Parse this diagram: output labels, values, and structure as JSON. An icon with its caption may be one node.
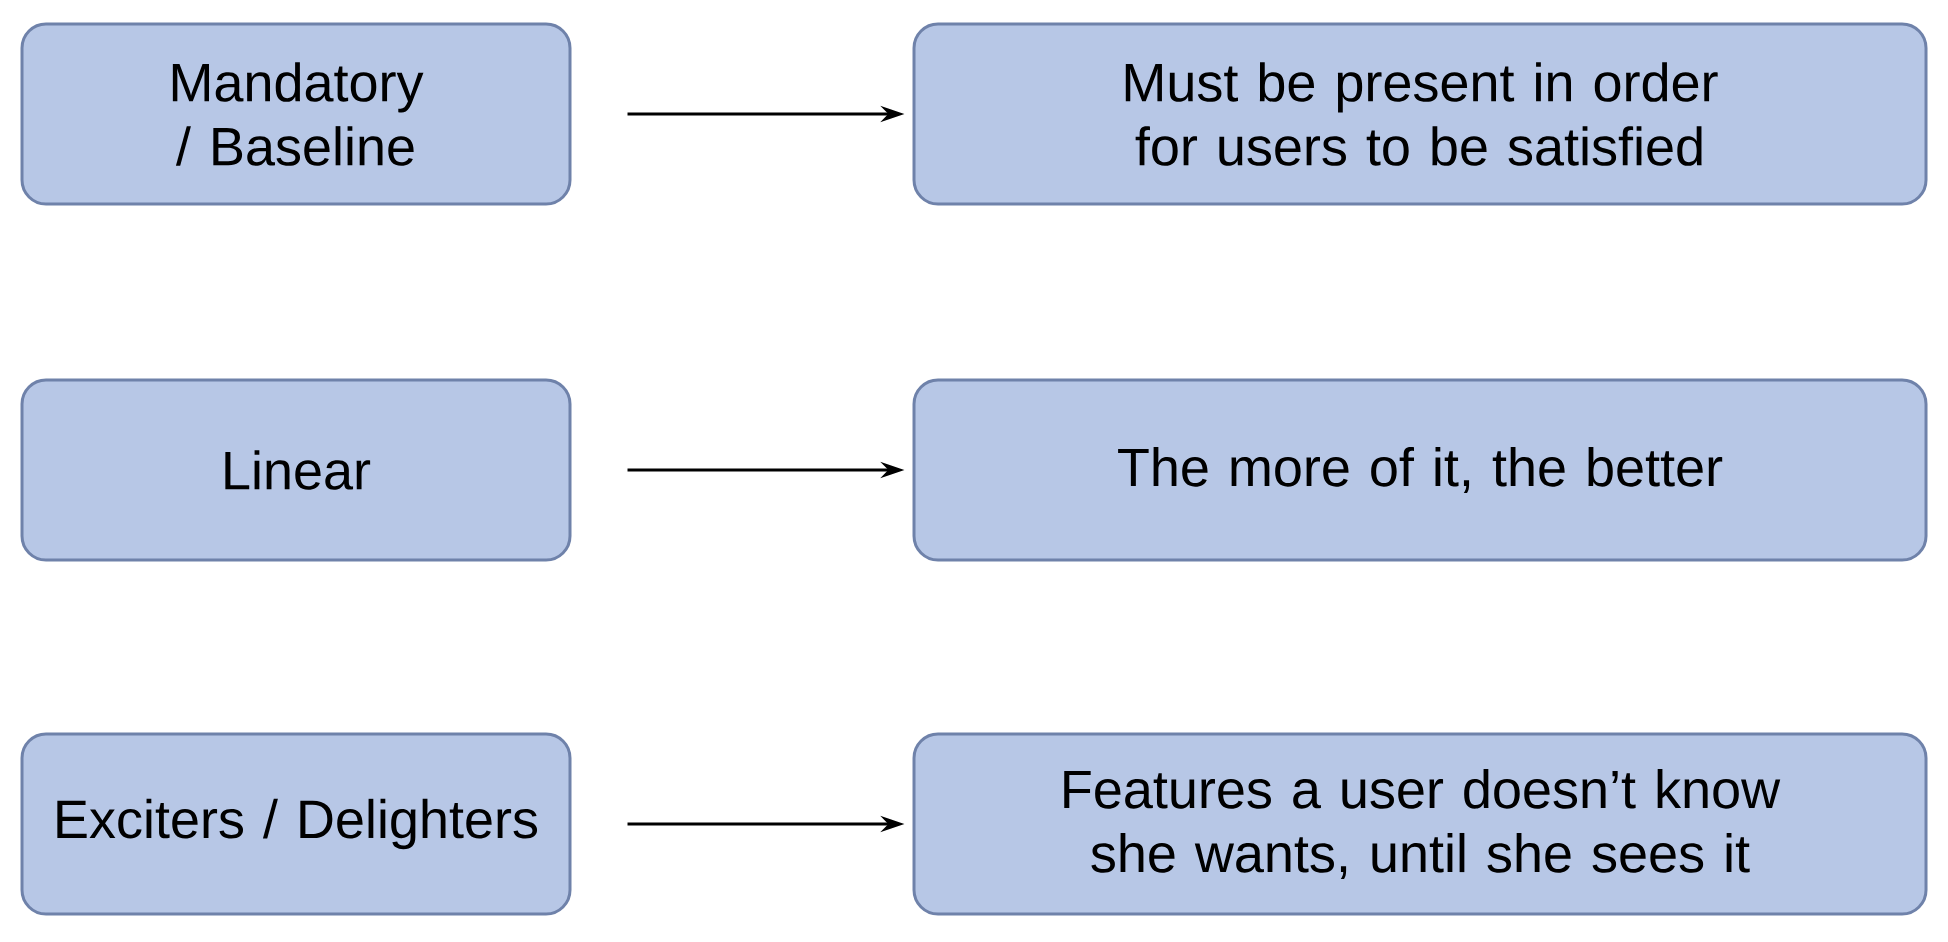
{
  "diagram": {
    "nodes": [
      {
        "text": [
          "Mandatory / Baseline"
        ]
      },
      {
        "text": [
          "Must be present in order for users to be satisfied"
        ]
      },
      {
        "text": [
          "Linear"
        ]
      },
      {
        "text": [
          "The more of it, the better"
        ]
      },
      {
        "text": [
          "Exciters / Delighters"
        ]
      },
      {
        "text": [
          "Features a user doesn’t know she wants, until she sees it"
        ]
      }
    ],
    "edges": [
      {
        "from": 0,
        "to": 1,
        "arrow": "to"
      },
      {
        "from": 2,
        "to": 3,
        "arrow": "to"
      },
      {
        "from": 4,
        "to": 5,
        "arrow": "to"
      }
    ]
  }
}
